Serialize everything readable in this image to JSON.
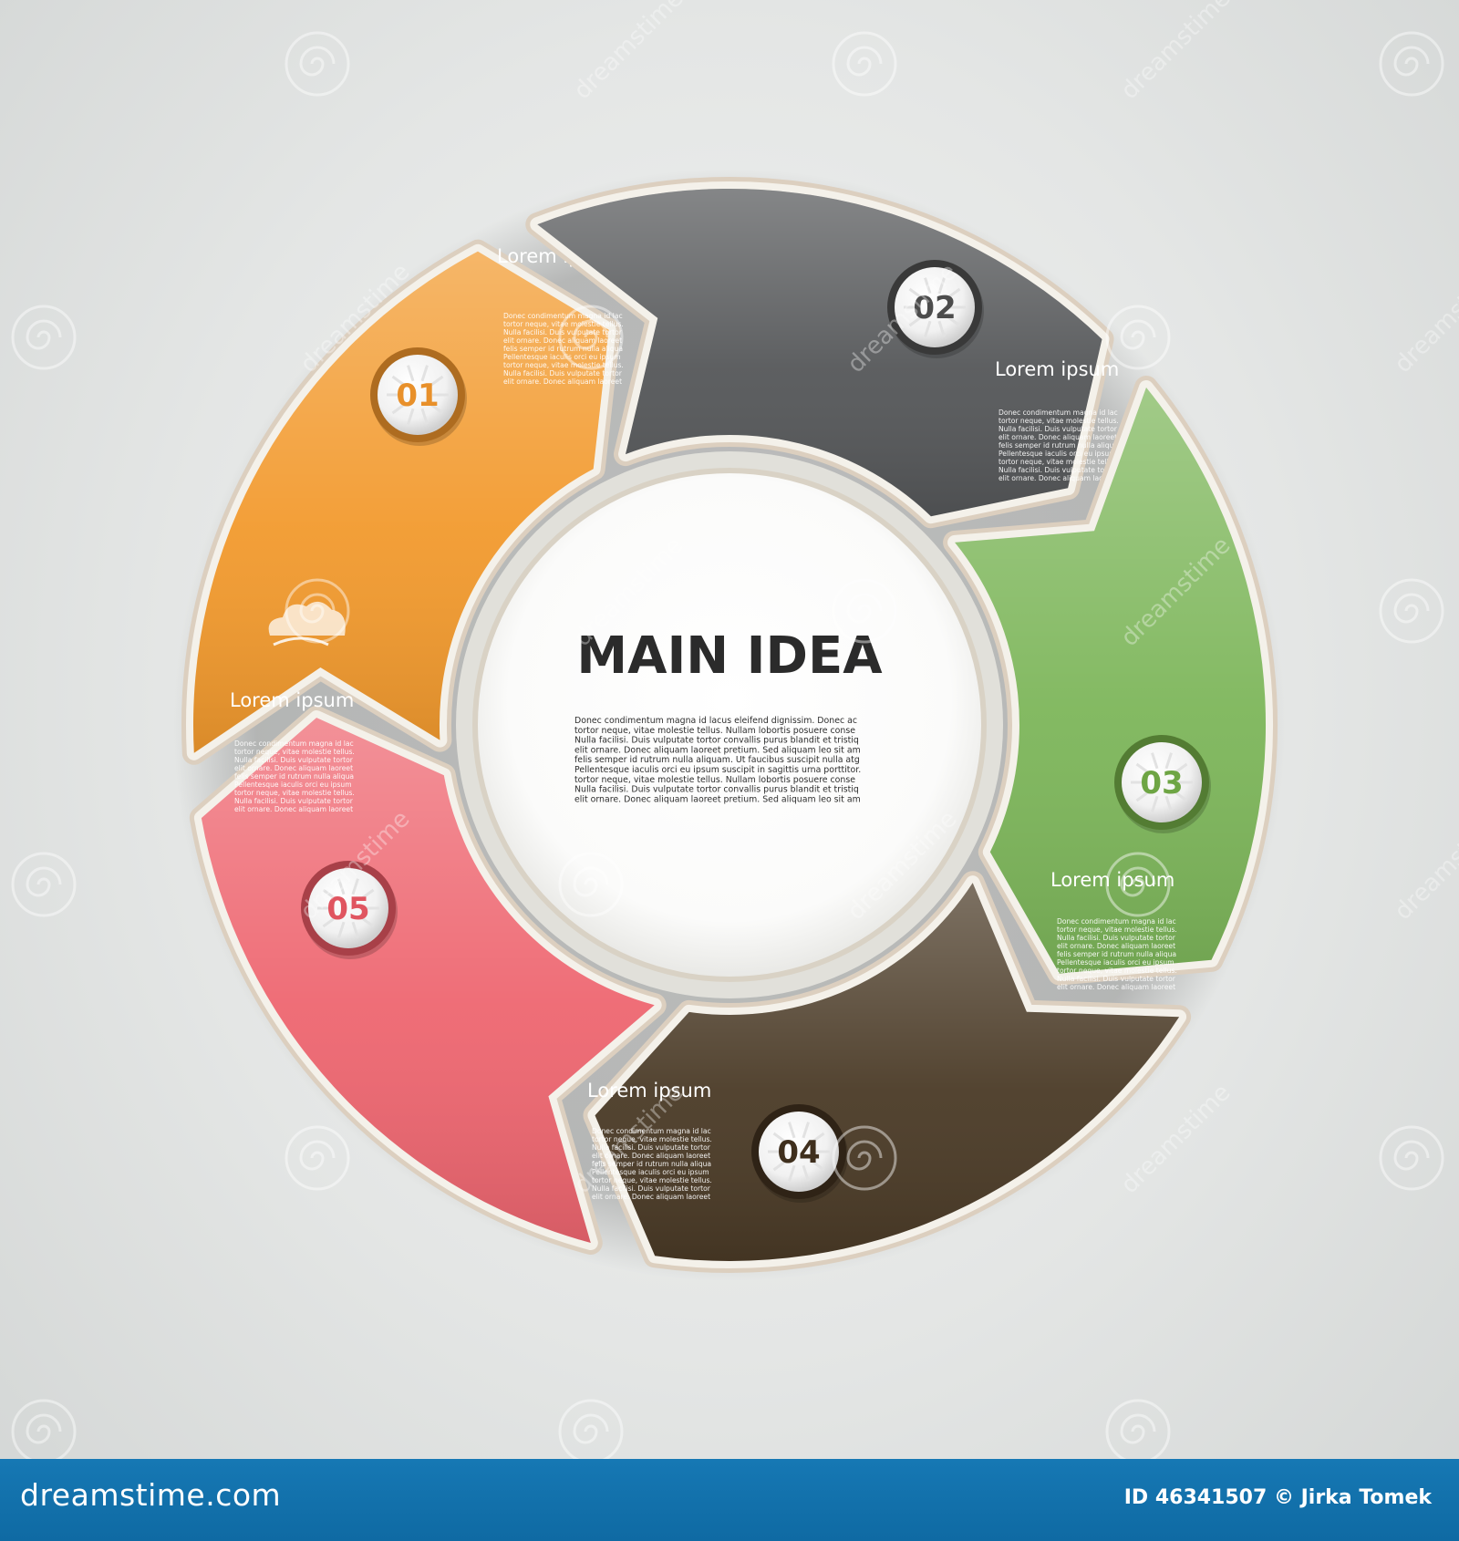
{
  "main": {
    "title": "MAIN IDEA",
    "body": [
      "Donec condimentum magna id lacus eleifend dignissim. Donec ac",
      "tortor neque, vitae molestie tellus. Nullam lobortis posuere  conse",
      "Nulla facilisi. Duis vulputate tortor convallis purus blandit et tristiq",
      "elit ornare. Donec aliquam laoreet pretium. Sed aliquam leo sit am",
      "felis semper id rutrum nulla aliquam. Ut faucibus suscipit nulla atg",
      "Pellentesque iaculis orci eu ipsum suscipit in sagittis urna porttitor.",
      "tortor neque, vitae molestie tellus. Nullam lobortis posuere  conse",
      "Nulla facilisi. Duis vulputate tortor convallis purus blandit et tristiq",
      "elit ornare. Donec aliquam laoreet pretium. Sed aliquam leo sit am"
    ]
  },
  "segments": [
    {
      "number": "01",
      "title": "Lorem ipsum",
      "icon": "clock-icon",
      "color": "#f29a2e",
      "body": [
        "Donec condimentum magna id lac",
        "tortor neque, vitae molestie tellus.",
        "Nulla facilisi. Duis vulputate tortor",
        "elit ornare. Donec aliquam laoreet",
        "felis semper id rutrum nulla aliqua",
        "Pellentesque iaculis orci eu ipsum",
        "tortor neque, vitae molestie tellus.",
        "Nulla facilisi. Duis vulputate tortor",
        "elit ornare. Donec aliquam laoreet"
      ]
    },
    {
      "number": "02",
      "title": "Lorem ipsum",
      "icon": "antenna-icon",
      "color": "#555759",
      "body": [
        "Donec condimentum magna id lac",
        "tortor neque, vitae molestie tellus.",
        "Nulla facilisi. Duis vulputate tortor",
        "elit ornare. Donec aliquam laoreet",
        "felis semper id rutrum nulla aliqua",
        "Pellentesque iaculis orci eu ipsum",
        "tortor neque, vitae molestie tellus.",
        "Nulla facilisi. Duis vulputate tortor",
        "elit ornare. Donec aliquam laoreet"
      ]
    },
    {
      "number": "03",
      "title": "Lorem ipsum",
      "icon": "music-notes-icon",
      "color": "#7db65a",
      "body": [
        "Donec condimentum magna id lac",
        "tortor neque, vitae molestie tellus.",
        "Nulla facilisi. Duis vulputate tortor",
        "elit ornare. Donec aliquam laoreet",
        "felis semper id rutrum nulla aliqua",
        "Pellentesque iaculis orci eu ipsum",
        "tortor neque, vitae molestie tellus.",
        "Nulla facilisi. Duis vulputate tortor",
        "elit ornare. Donec aliquam laoreet"
      ]
    },
    {
      "number": "04",
      "title": "Lorem ipsum",
      "icon": "sun-cloud-icon",
      "color": "#4a3a26",
      "body": [
        "Donec condimentum magna id lac",
        "tortor neque, vitae molestie tellus.",
        "Nulla facilisi. Duis vulputate tortor",
        "elit ornare. Donec aliquam laoreet",
        "felis semper id rutrum nulla aliqua",
        "Pellentesque iaculis orci eu ipsum",
        "tortor neque, vitae molestie tellus.",
        "Nulla facilisi. Duis vulputate tortor",
        "elit ornare. Donec aliquam laoreet"
      ]
    },
    {
      "number": "05",
      "title": "Lorem ipsum",
      "icon": "cloud-icon",
      "color": "#ee6670",
      "body": [
        "Donec condimentum magna id lac",
        "tortor neque, vitae molestie tellus.",
        "Nulla facilisi. Duis vulputate tortor",
        "elit ornare. Donec aliquam laoreet",
        "felis semper id rutrum nulla aliqua",
        "Pellentesque iaculis orci eu ipsum",
        "tortor neque, vitae molestie tellus.",
        "Nulla facilisi. Duis vulputate tortor",
        "elit ornare. Donec aliquam laoreet"
      ]
    }
  ],
  "watermark": {
    "text": "dreamstime"
  },
  "footer": {
    "site": "dreamstime.com",
    "credit": "ID 46341507 © Jirka Tomek"
  }
}
